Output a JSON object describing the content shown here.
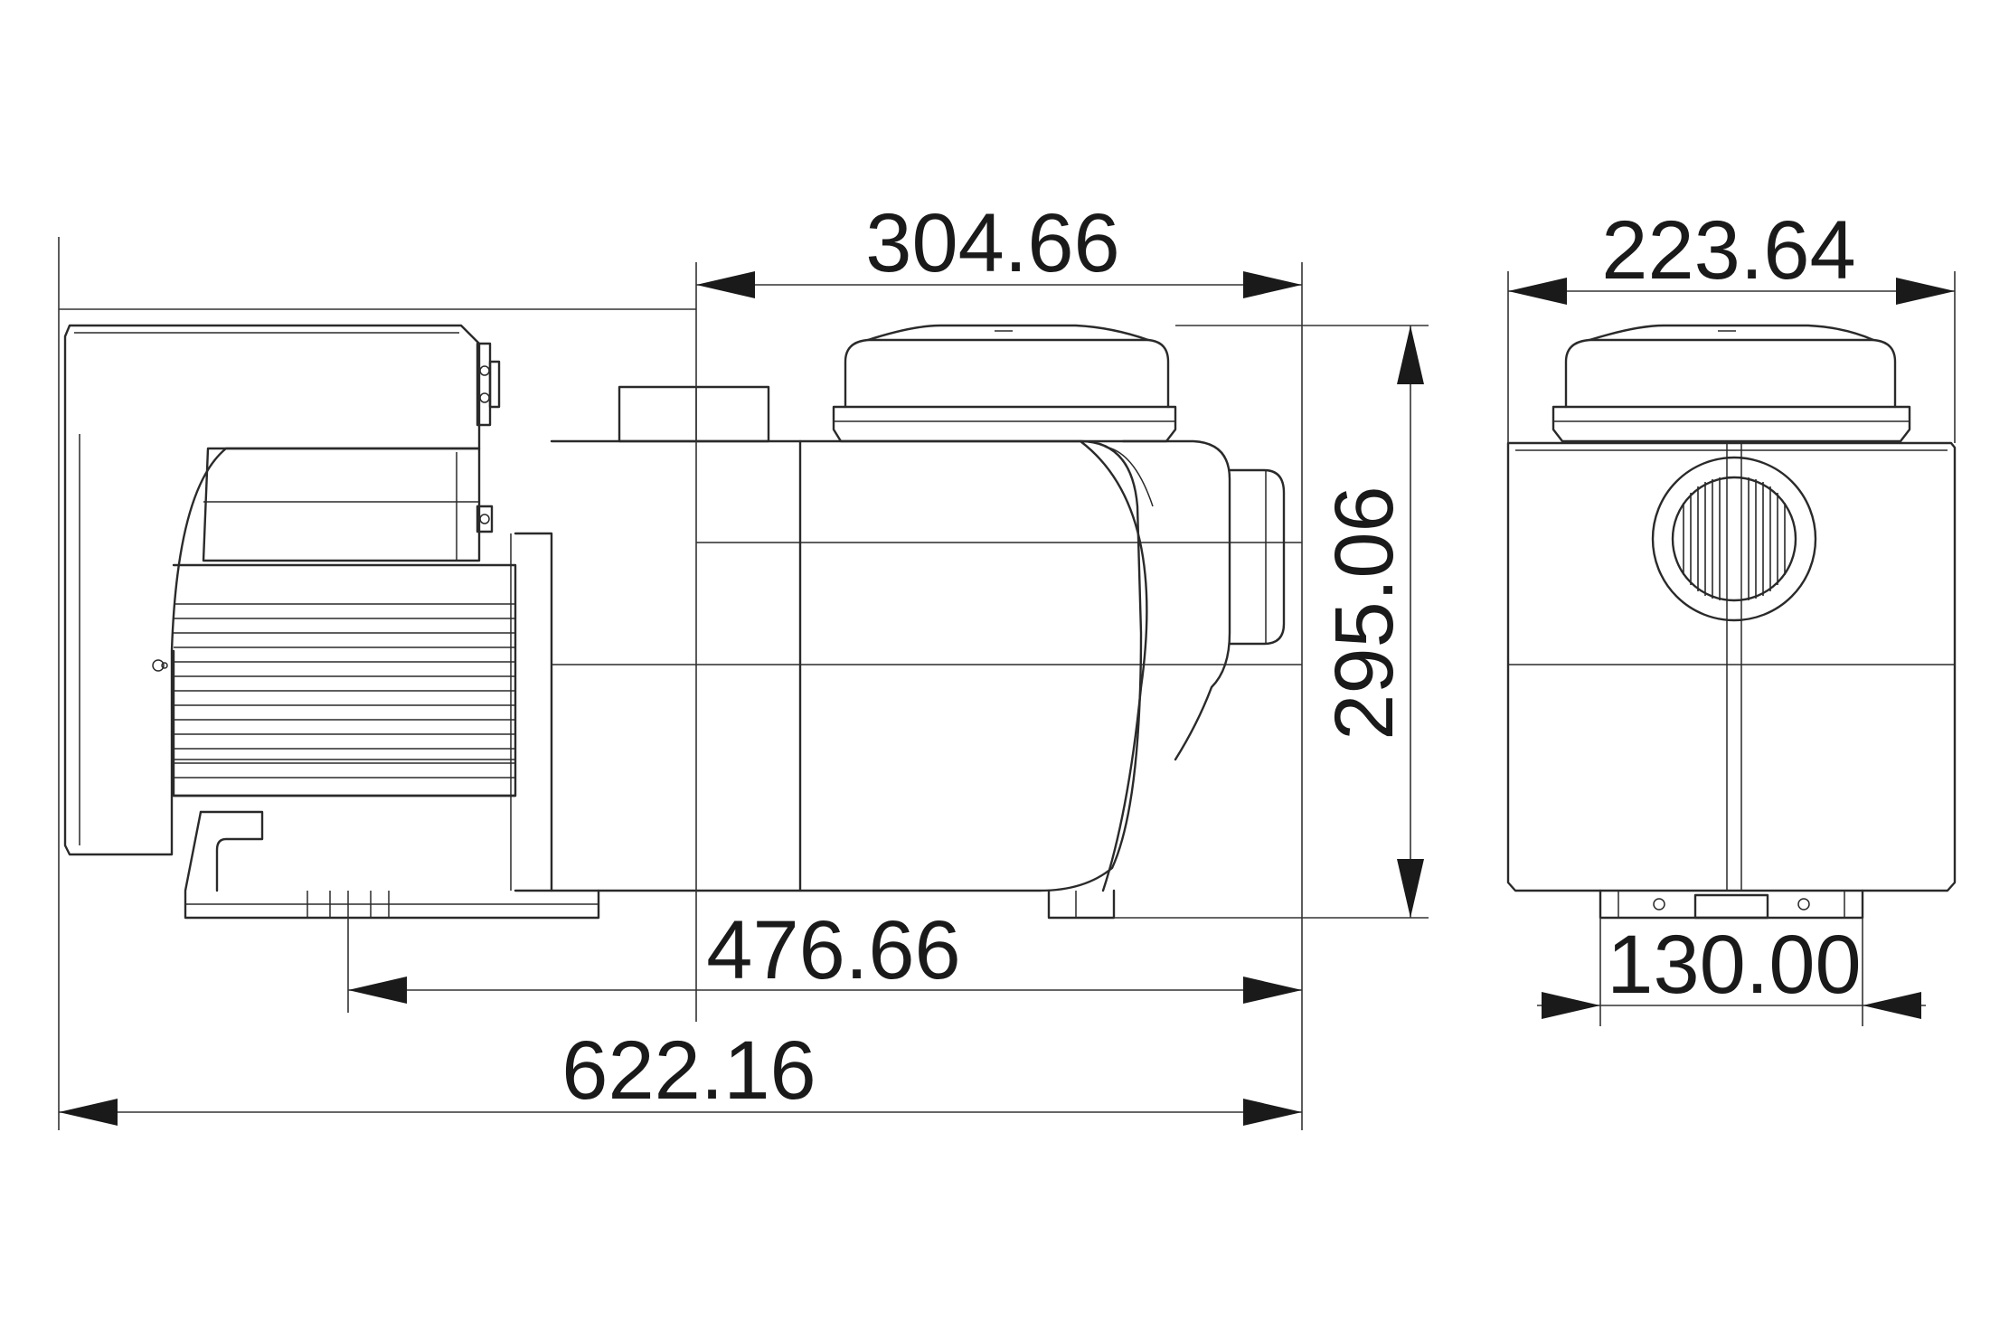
{
  "dimensions": {
    "top_span": "304.66",
    "total_height": "295.06",
    "base_span": "476.66",
    "overall_length": "622.16",
    "side_width": "223.64",
    "foot_width": "130.00"
  },
  "colors": {
    "line": "#2a2a2a",
    "arrow": "#1a1a1a",
    "background": "#ffffff"
  }
}
